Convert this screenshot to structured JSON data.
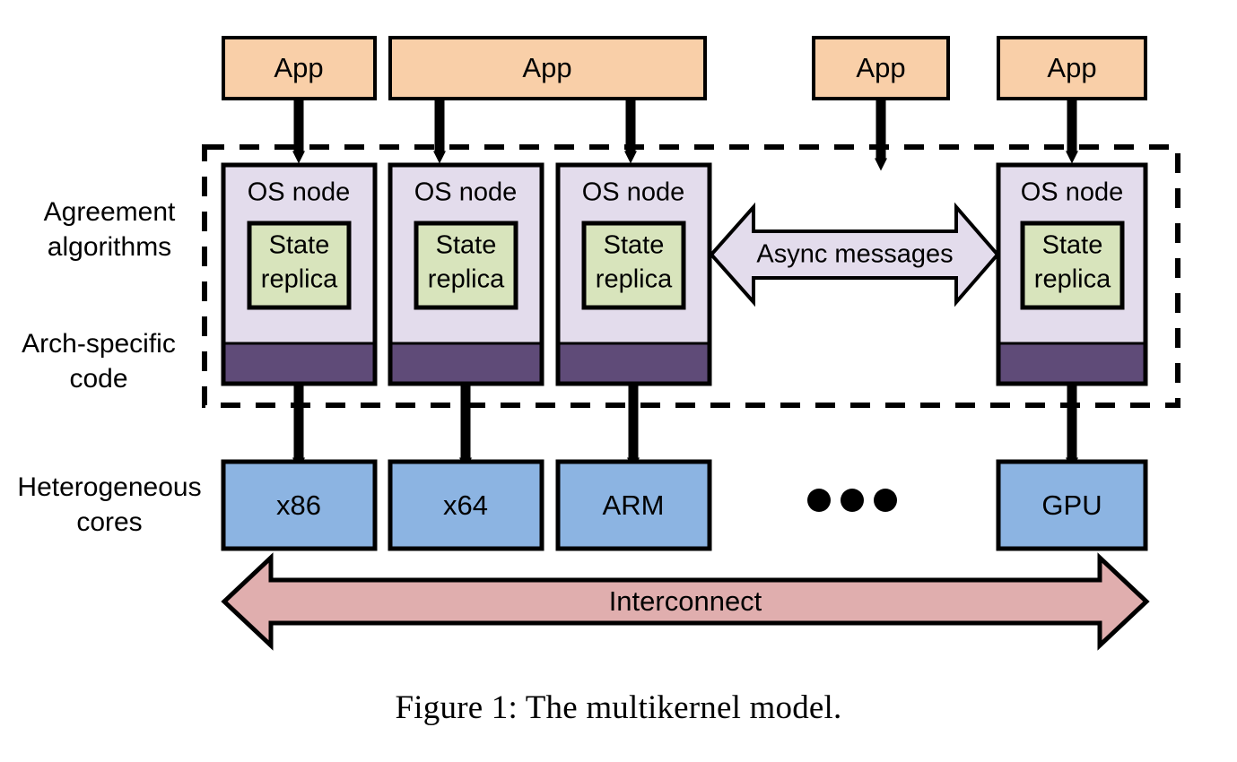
{
  "figure": {
    "caption": "Figure 1: The multikernel model.",
    "colors": {
      "app_fill": "#f9cfa8",
      "os_node_fill": "#e3dcec",
      "state_replica_fill": "#d8e4bc",
      "arch_band_fill": "#5f4b78",
      "core_fill": "#8cb4e2",
      "interconnect_fill": "#e0aeae",
      "async_fill": "#e3dcec",
      "outline": "#000000",
      "background": "#ffffff"
    }
  },
  "side_labels": [
    {
      "id": "agreement",
      "line1": "Agreement",
      "line2": "algorithms"
    },
    {
      "id": "arch-specific",
      "line1": "Arch-specific",
      "line2": "code"
    },
    {
      "id": "heterogeneous",
      "line1": "Heterogeneous",
      "line2": "cores"
    }
  ],
  "apps": [
    {
      "id": "app-1",
      "label": "App"
    },
    {
      "id": "app-2",
      "label": "App"
    },
    {
      "id": "app-3",
      "label": "App"
    },
    {
      "id": "app-4",
      "label": "App"
    }
  ],
  "os_nodes": [
    {
      "id": "os-node-1",
      "title": "OS node",
      "replica_line1": "State",
      "replica_line2": "replica"
    },
    {
      "id": "os-node-2",
      "title": "OS node",
      "replica_line1": "State",
      "replica_line2": "replica"
    },
    {
      "id": "os-node-3",
      "title": "OS node",
      "replica_line1": "State",
      "replica_line2": "replica"
    },
    {
      "id": "os-node-4",
      "title": "OS node",
      "replica_line1": "State",
      "replica_line2": "replica"
    }
  ],
  "async_arrow": {
    "label": "Async messages"
  },
  "cores": [
    {
      "id": "core-x86",
      "label": "x86"
    },
    {
      "id": "core-x64",
      "label": "x64"
    },
    {
      "id": "core-arm",
      "label": "ARM"
    },
    {
      "id": "core-gpu",
      "label": "GPU"
    }
  ],
  "ellipsis": {
    "label": "• • •",
    "count": 3
  },
  "interconnect": {
    "label": "Interconnect"
  }
}
